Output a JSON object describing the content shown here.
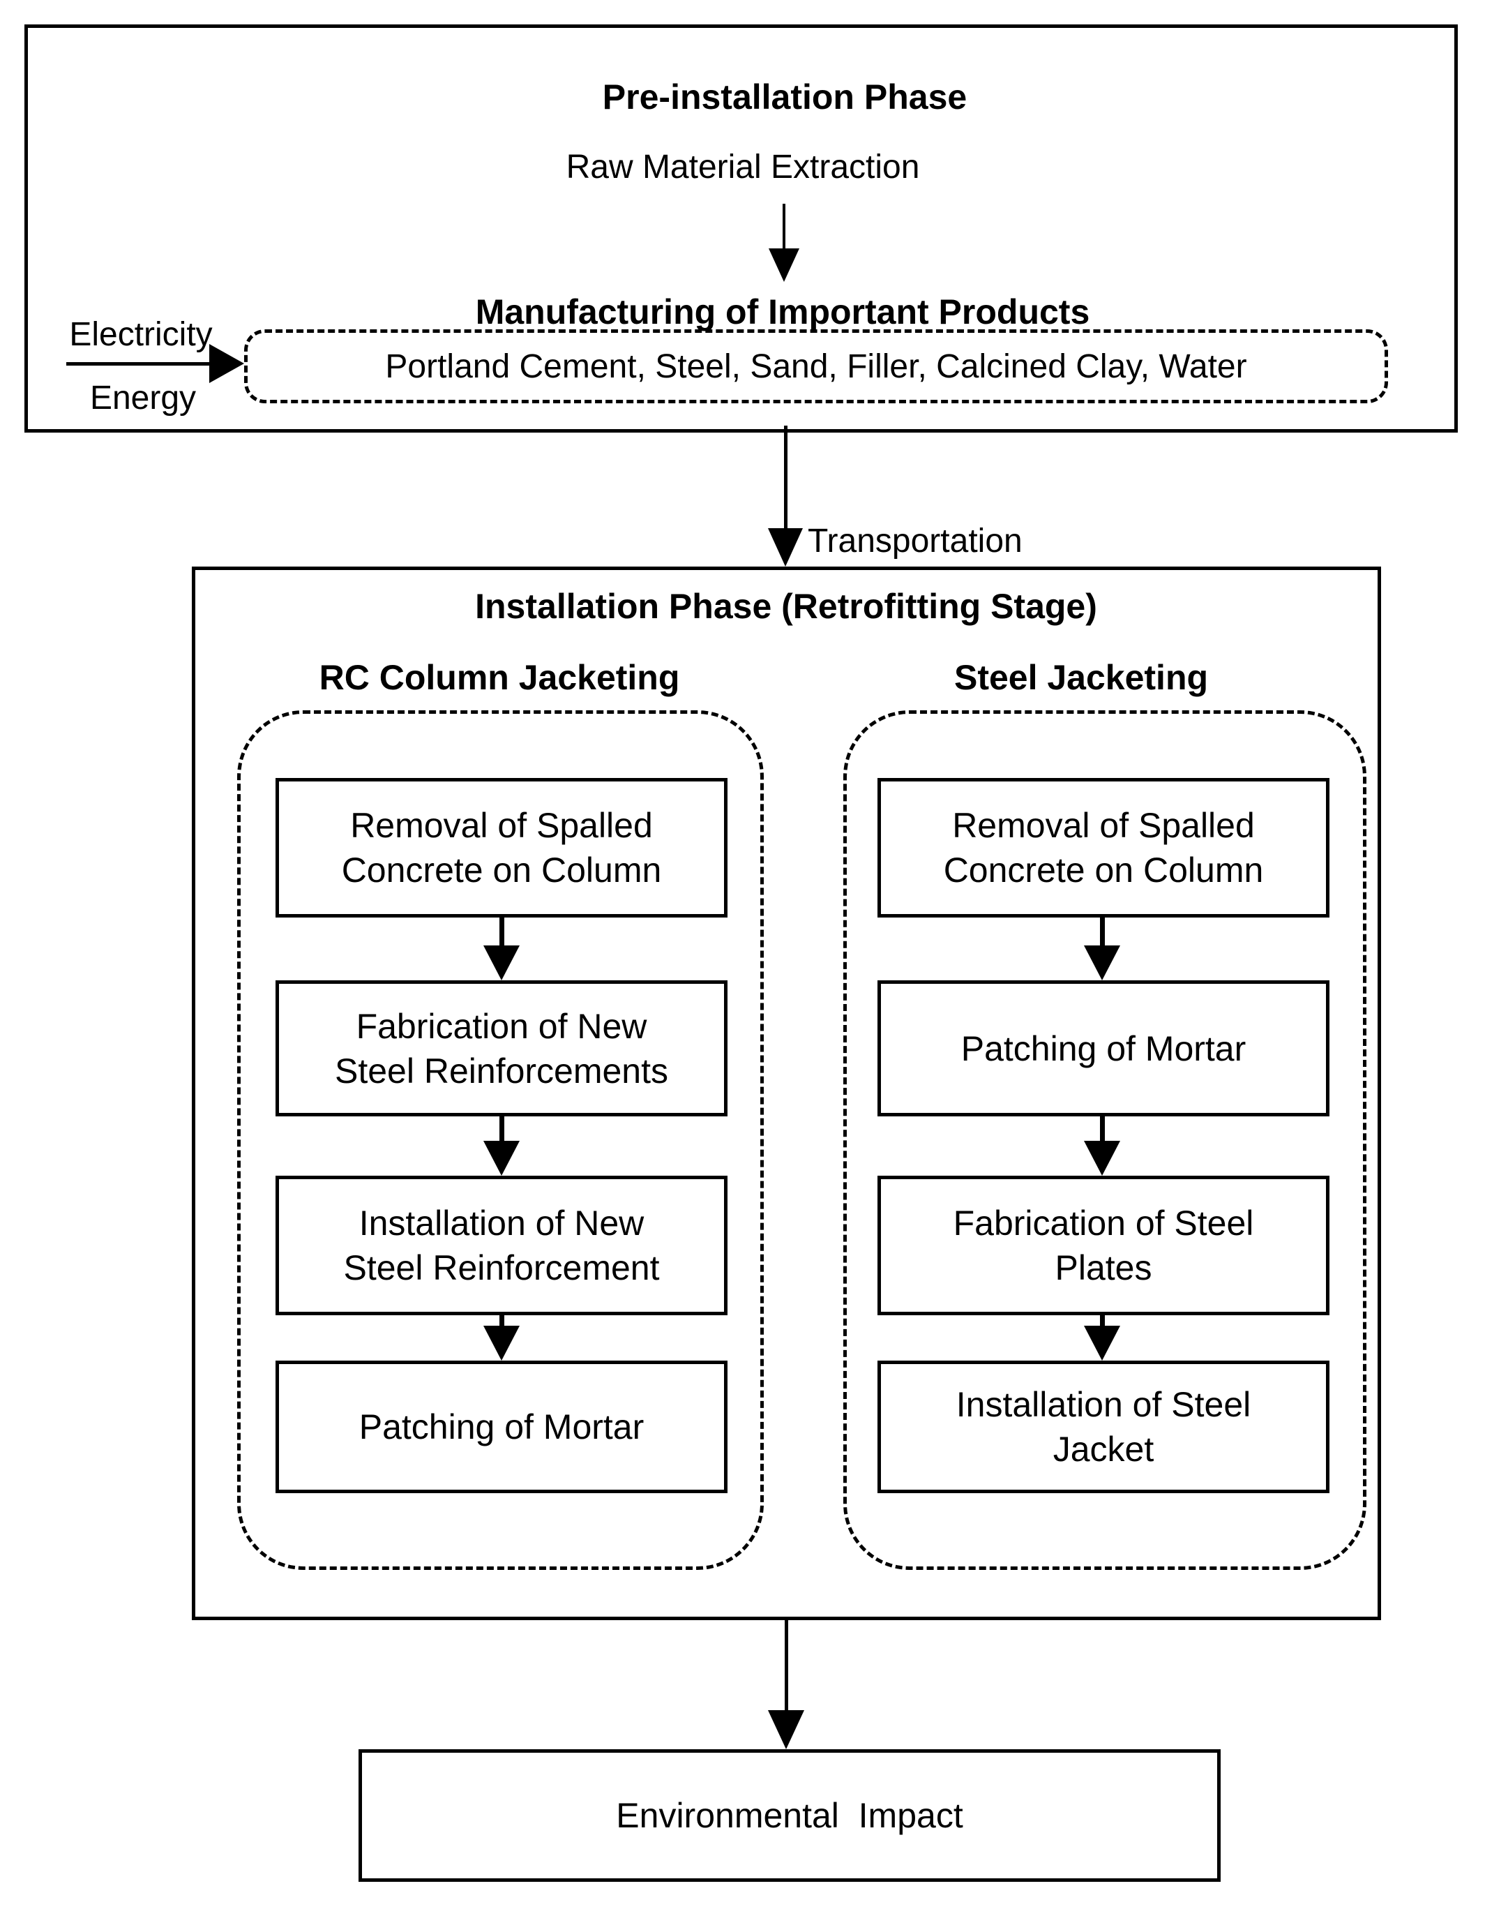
{
  "diagram": {
    "background": "#ffffff",
    "line_color": "#000000",
    "pre_installation": {
      "title": "Pre-installation Phase",
      "step": "Raw Material Extraction",
      "manufacturing_heading": "Manufacturing of Important Products",
      "products": "Portland Cement, Steel, Sand, Filler, Calcined Clay, Water",
      "energy_input": {
        "top": "Electricity",
        "bottom": "Energy"
      }
    },
    "transportation_label": "Transportation",
    "installation": {
      "title": "Installation Phase (Retrofitting Stage)",
      "columns": [
        {
          "title": "RC Column Jacketing",
          "steps": [
            "Removal of Spalled\nConcrete on Column",
            "Fabrication of New\nSteel Reinforcements",
            "Installation of New\nSteel Reinforcement",
            "Patching of Mortar"
          ]
        },
        {
          "title": "Steel Jacketing",
          "steps": [
            "Removal of Spalled\nConcrete on Column",
            "Patching of Mortar",
            "Fabrication of Steel\nPlates",
            "Installation of Steel\nJacket"
          ]
        }
      ]
    },
    "result": "Environmental  Impact"
  }
}
